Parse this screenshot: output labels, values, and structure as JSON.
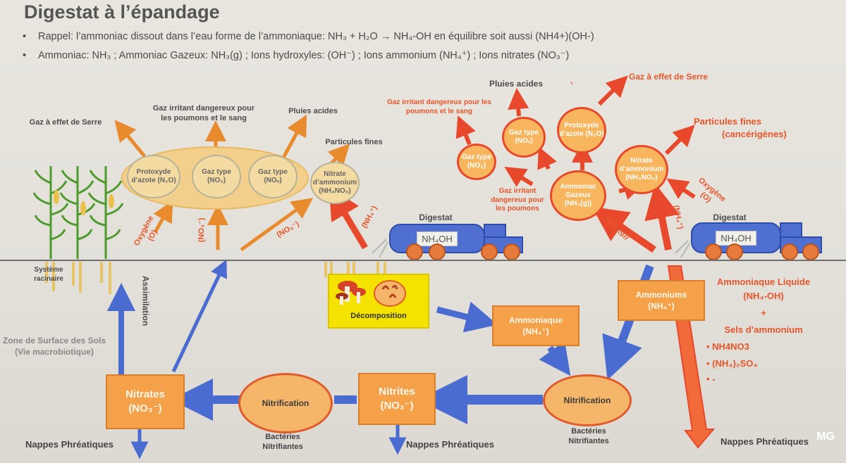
{
  "title": "Digestat à l’épandage",
  "bullets": [
    "Rappel: l’ammoniac dissout dans l’eau forme de l’ammoniaque: NH₃ + H₂O  →  NH₄-OH   en équilibre soit aussi (NH4+)(OH-)",
    "Ammoniac: NH₃ ; Ammoniac Gazeux: NH₃(g) ; Ions hydroxyles: (OH⁻) ; Ions ammonium  (NH₄⁺) ; Ions nitrates (NO₃⁻)"
  ],
  "left": {
    "gaz_serre": "Gaz à effet de Serre",
    "gaz_irritant": "Gaz irritant dangereux pour les poumons et le sang",
    "pluies": "Pluies acides",
    "particules": "Particules fines",
    "protoxyde": "Protoxyde d’azote (N₂O)",
    "gaz_no2": "Gaz type (NO₂)",
    "gaz_nox": "Gaz type (NOₓ)",
    "nitrate_amm": "Nitrate d’ammonium (NH₄NO₃)",
    "oxygene": "Oxygène (O)",
    "no3_a": "(NO₃⁻)",
    "no3_b": "(NO₃⁻)",
    "nh4": "(NH₄⁺)",
    "digestat": "Digestat",
    "tank": "NH₄OH",
    "systeme": "Système racinaire",
    "assimilation": "Assimilation",
    "zone": "Zone de Surface des Sols (Vie macrobiotique)"
  },
  "right": {
    "pluies": "Pluies acides",
    "gaz_serre": "Gaz à effet de Serre",
    "gaz_irritant_top": "Gaz irritant dangereux pour les poumons et le sang",
    "particules": "Particules fines",
    "cancerigenes": "(cancérigènes)",
    "gaz_no2": "Gaz type (NO₂)",
    "gaz_nox": "Gaz type (NOₓ)",
    "protoxyde": "Protoxyde d’azote (N₂O)",
    "nitrate_amm": "Nitrate d’ammonium (NH₄NO₃)",
    "ammoniac_gazeux": "Ammoniac Gazeux (NH₃(g))",
    "gaz_irritant_bottom": "Gaz irritant dangereux pour les poumons",
    "oxygene": "Oxygène (O)",
    "nh3g": "(NH₃(g))",
    "nh4": "(NH₄⁺)",
    "digestat": "Digestat",
    "tank": "NH₄OH"
  },
  "soil": {
    "decomposition": "Décomposition",
    "ammoniaque": "Ammoniaque",
    "ammoniaque_sub": "(NH₄⁺)",
    "ammoniums": "Ammoniums",
    "ammoniums_sub": "(NH₄⁺)",
    "nitrification": "Nitrification",
    "bacteries": "Bactéries Nitrifiantes",
    "nitrites": "Nitrites",
    "nitrites_sub": "(NO₂⁻)",
    "nitrates": "Nitrates",
    "nitrates_sub": "(NO₃⁻)",
    "nappes": "Nappes Phréatiques",
    "liquide": "Ammoniaque Liquide",
    "liquide_sub": "(NH₄-OH)",
    "plus": "+",
    "sels": "Sels d’ammonium",
    "sel1": "NH4NO3",
    "sel2": "(NH₄)₂SO₄",
    "dash": "-"
  },
  "watermark": "MG",
  "colors": {
    "orange": "#f4a14a",
    "red_orange": "#e8552a",
    "blue": "#4f6fd1",
    "yellow": "#f4e200"
  }
}
